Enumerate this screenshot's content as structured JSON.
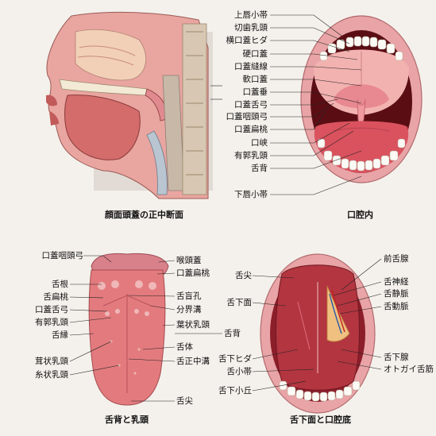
{
  "panels": {
    "sagittal": {
      "caption": "顔面頭蓋の正中断面"
    },
    "oral_cavity": {
      "caption": "口腔内",
      "labels": [
        "上唇小帯",
        "切歯乳頭",
        "横口蓋ヒダ",
        "硬口蓋",
        "口蓋縫線",
        "軟口蓋",
        "口蓋垂",
        "口蓋舌弓",
        "口蓋咽頭弓",
        "口蓋扁桃",
        "口峡",
        "有郭乳頭",
        "舌背",
        "下唇小帯"
      ]
    },
    "tongue": {
      "caption": "舌背と乳頭",
      "left_labels": [
        "口蓋咽頭弓",
        "舌根",
        "舌扁桃",
        "口蓋舌弓",
        "有郭乳頭",
        "舌縁",
        "茸状乳頭",
        "糸状乳頭"
      ],
      "right_labels": [
        "喉頭蓋",
        "口蓋扁桃",
        "舌盲孔",
        "分界溝",
        "葉状乳頭",
        "舌体",
        "舌正中溝",
        "舌尖"
      ],
      "shared_label": "舌背"
    },
    "sublingual": {
      "caption": "舌下面と口腔底",
      "left_labels": [
        "舌尖",
        "舌下面",
        "舌下ヒダ",
        "舌小帯",
        "舌下小丘"
      ],
      "right_labels": [
        "前舌腺",
        "舌神経",
        "舌静脈",
        "舌動脈",
        "舌下腺",
        "オトガイ舌筋"
      ]
    }
  },
  "colors": {
    "background": "#f4f1ec",
    "tissue_pink": "#e8a0a0",
    "tongue_pink": "#e37b7e",
    "mouth_dark": "#5a0e14",
    "teeth": "#fbfaf5"
  }
}
